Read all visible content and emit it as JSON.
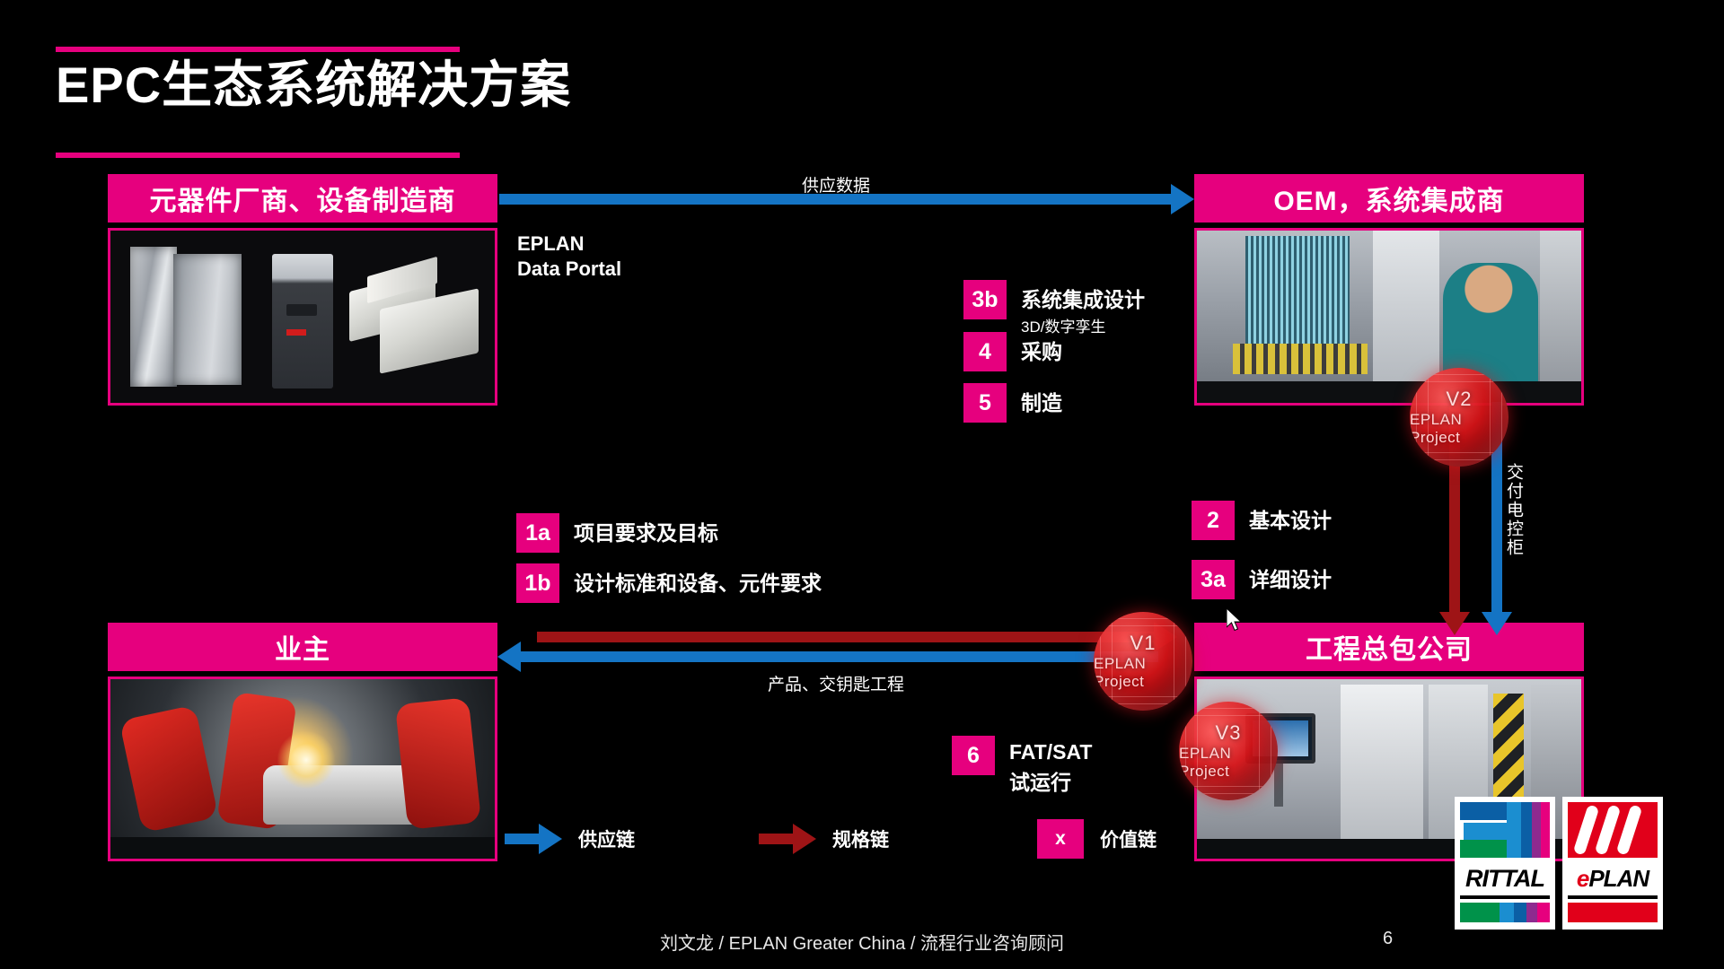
{
  "slide": {
    "title": "EPC生态系统解决方案",
    "page_number": "6",
    "footer_credit": "刘文龙 / EPLAN Greater China / 流程行业咨询顾问",
    "accent_color": "#e6007e",
    "supply_chain_color": "#1474c4",
    "spec_chain_color": "#9e1416",
    "background_color": "#000000"
  },
  "actors": {
    "supplier": {
      "label": "元器件厂商、设备制造商"
    },
    "oem": {
      "label": "OEM，系统集成商"
    },
    "owner": {
      "label": "业主"
    },
    "epc": {
      "label": "工程总包公司"
    }
  },
  "flow_labels": {
    "supply_data": "供应数据",
    "data_portal_line1": "EPLAN",
    "data_portal_line2": "Data Portal",
    "deliver_cabinet": "交付电控柜",
    "products_turnkey": "产品、交钥匙工程"
  },
  "steps": {
    "owner_side": [
      {
        "badge": "1a",
        "title": "项目要求及目标",
        "sub": ""
      },
      {
        "badge": "1b",
        "title": "设计标准和设备、元件要求",
        "sub": ""
      }
    ],
    "epc_side": [
      {
        "badge": "2",
        "title": "基本设计",
        "sub": ""
      },
      {
        "badge": "3a",
        "title": "详细设计",
        "sub": ""
      }
    ],
    "oem_side": [
      {
        "badge": "3b",
        "title": "系统集成设计",
        "sub": "3D/数字孪生"
      },
      {
        "badge": "4",
        "title": "采购",
        "sub": ""
      },
      {
        "badge": "5",
        "title": "制造",
        "sub": ""
      }
    ],
    "commissioning": [
      {
        "badge": "6",
        "title": "FAT/SAT",
        "sub": "试运行"
      }
    ]
  },
  "spheres": [
    {
      "name": "V1",
      "sub": "EPLAN Project"
    },
    {
      "name": "V2",
      "sub": "EPLAN Project"
    },
    {
      "name": "V3",
      "sub": "EPLAN Project"
    }
  ],
  "legend": [
    {
      "icon": "blue-arrow-icon",
      "label": "供应链",
      "color": "#1474c4"
    },
    {
      "icon": "red-arrow-icon",
      "label": "规格链",
      "color": "#9e1416"
    },
    {
      "icon": "pink-x-box-icon",
      "label": "价值链",
      "marker": "x",
      "color": "#e6007e"
    }
  ],
  "logos": {
    "rittal": "RITTAL",
    "eplan_e": "e",
    "eplan_rest": "PLAN"
  }
}
